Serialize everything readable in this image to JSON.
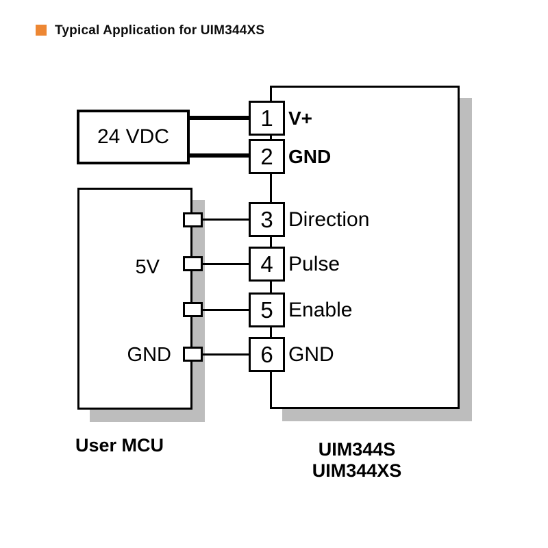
{
  "header": {
    "title": "Typical Application for UIM344XS"
  },
  "colors": {
    "accent": "#ED8733",
    "shadow": "#BDBDBD",
    "line": "#000000"
  },
  "power_supply": {
    "label": "24 VDC"
  },
  "mcu": {
    "caption": "User MCU",
    "labels": {
      "supply": "5V",
      "ground": "GND"
    }
  },
  "driver": {
    "caption_line1": "UIM344S",
    "caption_line2": "UIM344XS",
    "pins": [
      {
        "number": "1",
        "label": "V+"
      },
      {
        "number": "2",
        "label": "GND"
      },
      {
        "number": "3",
        "label": "Direction"
      },
      {
        "number": "4",
        "label": "Pulse"
      },
      {
        "number": "5",
        "label": "Enable"
      },
      {
        "number": "6",
        "label": "GND"
      }
    ]
  }
}
